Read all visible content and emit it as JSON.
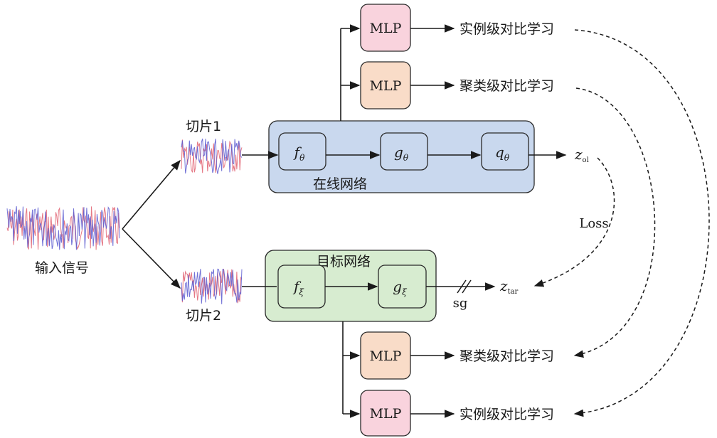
{
  "input_signal_label": "输入信号",
  "slice1_label": "切片1",
  "slice2_label": "切片2",
  "online_network_label": "在线网络",
  "target_network_label": "目标网络",
  "online_f": {
    "base": "f",
    "sub": "θ"
  },
  "online_g": {
    "base": "g",
    "sub": "θ"
  },
  "online_q": {
    "base": "q",
    "sub": "θ"
  },
  "target_f": {
    "base": "f",
    "sub": "ξ"
  },
  "target_g": {
    "base": "g",
    "sub": "ξ"
  },
  "z_online": {
    "base": "z",
    "sub": "ol"
  },
  "z_target": {
    "base": "z",
    "sub": "tar"
  },
  "loss_label": "Loss",
  "sg_label": "sg",
  "mlp_label": "MLP",
  "instance_contrast_label": "实例级对比学习",
  "cluster_contrast_label": "聚类级对比学习",
  "colors": {
    "mlp_instance": "#f9d3dd",
    "mlp_cluster": "#f9dcc8",
    "online_box": "#c9d8ee",
    "target_box": "#d7ecd0",
    "signal_red": "#e06070",
    "signal_blue": "#5a5ad0"
  }
}
